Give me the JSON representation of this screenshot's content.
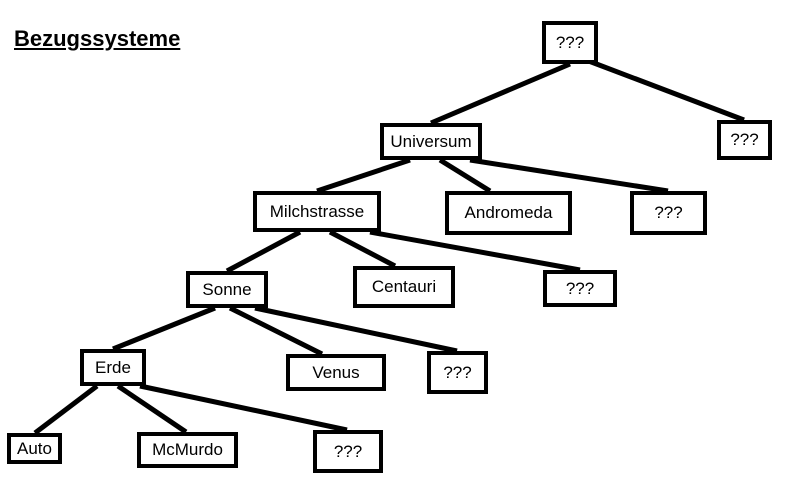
{
  "title": "Bezugssysteme",
  "colors": {
    "line": "#000000",
    "box_border": "#000000",
    "background": "#ffffff"
  },
  "nodes": {
    "root": "???",
    "top_unknown": "???",
    "universum": "Universum",
    "milchstrasse": "Milchstrasse",
    "andromeda": "Andromeda",
    "universum_unknown": "???",
    "sonne": "Sonne",
    "centauri": "Centauri",
    "milchstrasse_unknown": "???",
    "erde": "Erde",
    "venus": "Venus",
    "sonne_unknown": "???",
    "auto": "Auto",
    "mcmurdo": "McMurdo",
    "erde_unknown": "???"
  }
}
